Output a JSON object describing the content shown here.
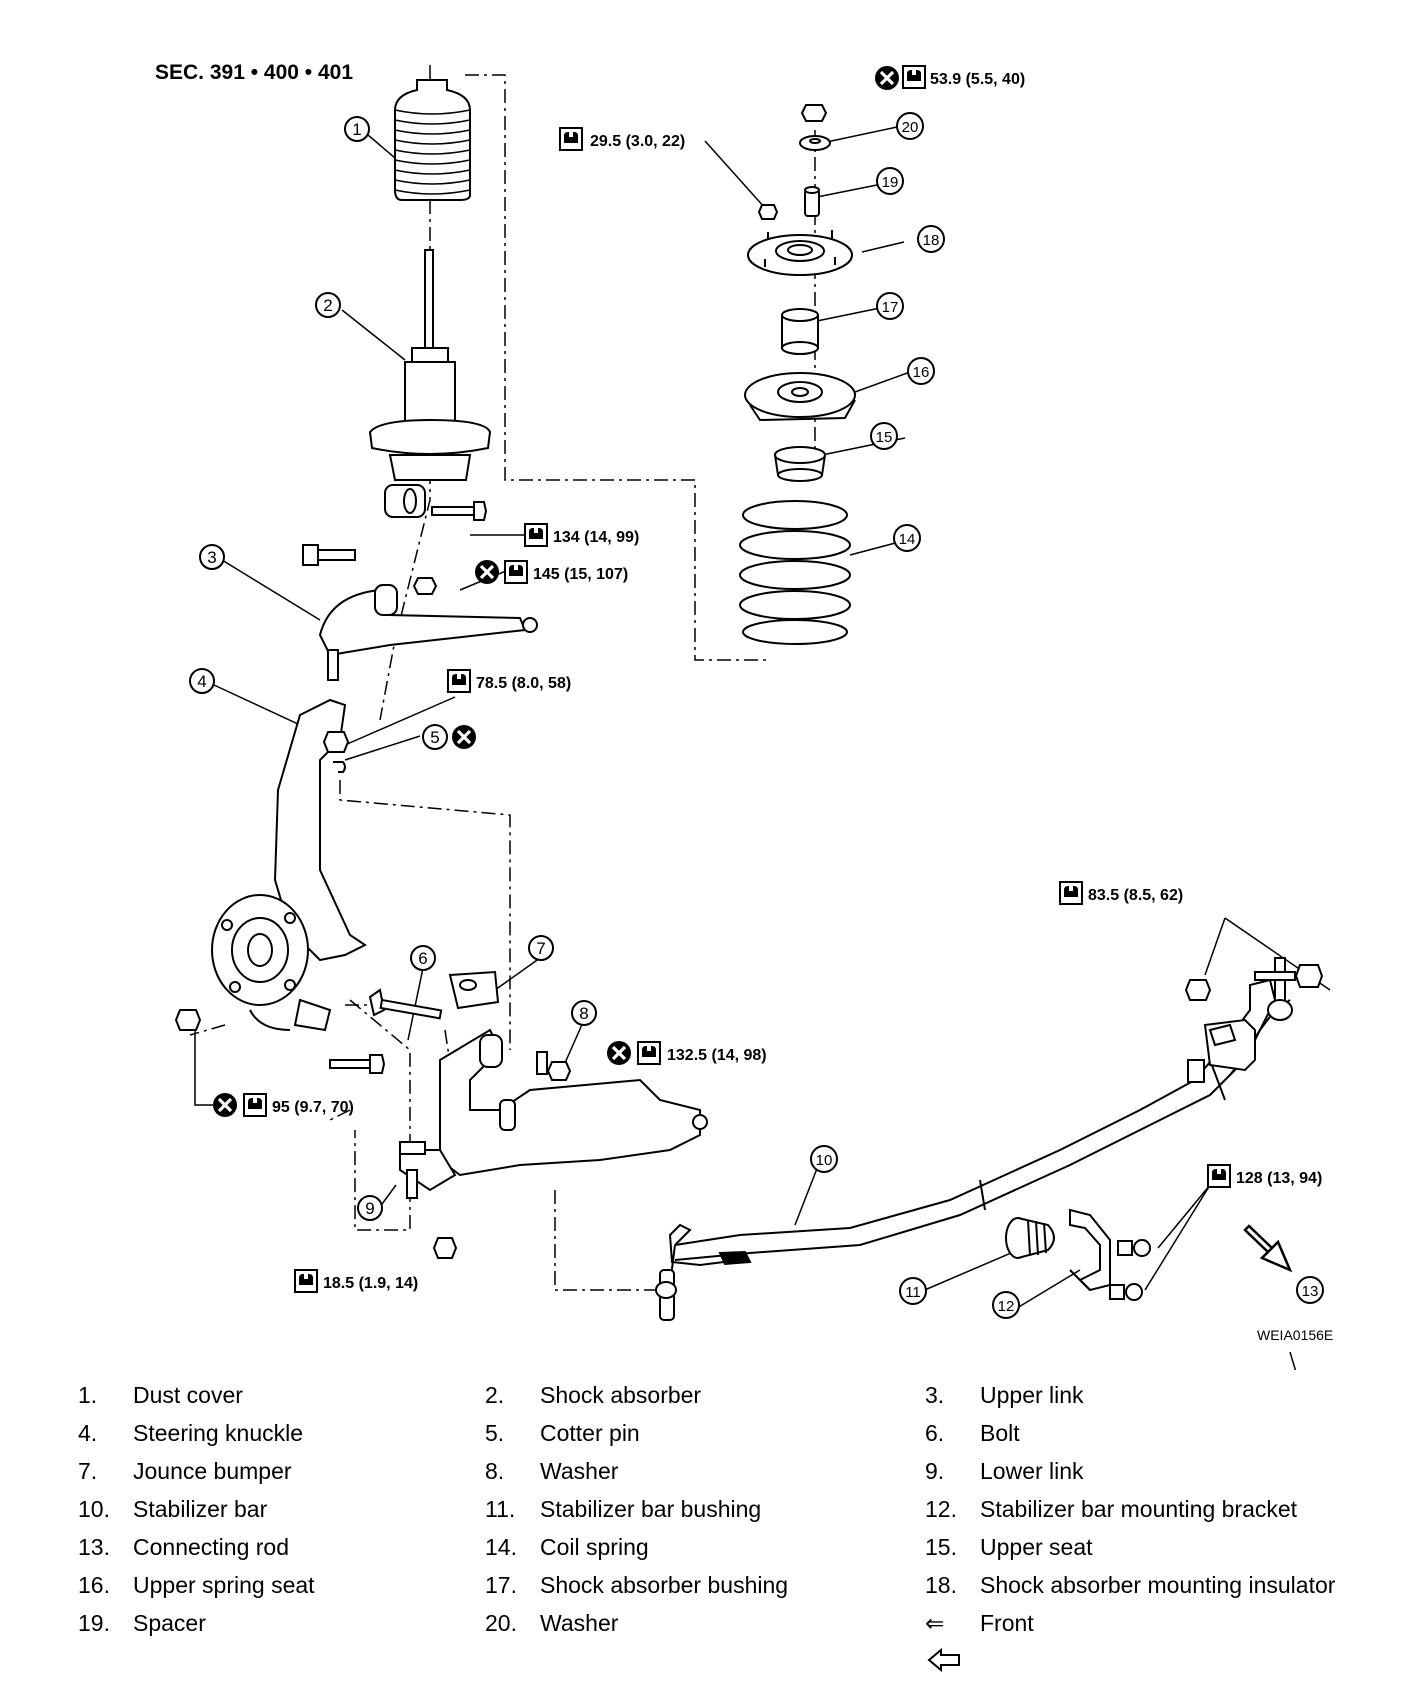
{
  "section_label": "SEC. 391 • 400 • 401",
  "figure_id": "WEIA0156E",
  "part_numbers": [
    "1",
    "2",
    "3",
    "4",
    "5",
    "6",
    "7",
    "8",
    "9",
    "10",
    "11",
    "12",
    "13",
    "14",
    "15",
    "16",
    "17",
    "18",
    "19",
    "20"
  ],
  "torques": {
    "t_top_nut": "53.9 (5.5, 40)",
    "t_insulator_nut": "29.5 (3.0, 22)",
    "t_shock_lower": "134 (14, 99)",
    "t_upper_link_nut": "145 (15, 107)",
    "t_ball_joint_upper": "78.5 (8.0, 58)",
    "t_lower_link_nut": "132.5 (14, 98)",
    "t_knuckle_nut": "95 (9.7, 70)",
    "t_lower_ball_nut": "18.5 (1.9, 14)",
    "t_connecting_rod": "83.5 (8.5, 62)",
    "t_bracket_bolts": "128 (13, 94)"
  },
  "legend": [
    {
      "num": "1.",
      "name": "Dust cover"
    },
    {
      "num": "2.",
      "name": "Shock absorber"
    },
    {
      "num": "3.",
      "name": "Upper link"
    },
    {
      "num": "4.",
      "name": "Steering knuckle"
    },
    {
      "num": "5.",
      "name": "Cotter pin"
    },
    {
      "num": "6.",
      "name": "Bolt"
    },
    {
      "num": "7.",
      "name": "Jounce bumper"
    },
    {
      "num": "8.",
      "name": "Washer"
    },
    {
      "num": "9.",
      "name": "Lower link"
    },
    {
      "num": "10.",
      "name": "Stabilizer bar"
    },
    {
      "num": "11.",
      "name": "Stabilizer bar bushing"
    },
    {
      "num": "12.",
      "name": "Stabilizer bar mounting bracket"
    },
    {
      "num": "13.",
      "name": "Connecting rod"
    },
    {
      "num": "14.",
      "name": "Coil spring"
    },
    {
      "num": "15.",
      "name": "Upper seat"
    },
    {
      "num": "16.",
      "name": "Upper spring seat"
    },
    {
      "num": "17.",
      "name": "Shock absorber bushing"
    },
    {
      "num": "18.",
      "name": "Shock absorber mounting insulator"
    },
    {
      "num": "19.",
      "name": "Spacer"
    },
    {
      "num": "20.",
      "name": "Washer"
    },
    {
      "num": "⇐",
      "name": "Front"
    }
  ]
}
